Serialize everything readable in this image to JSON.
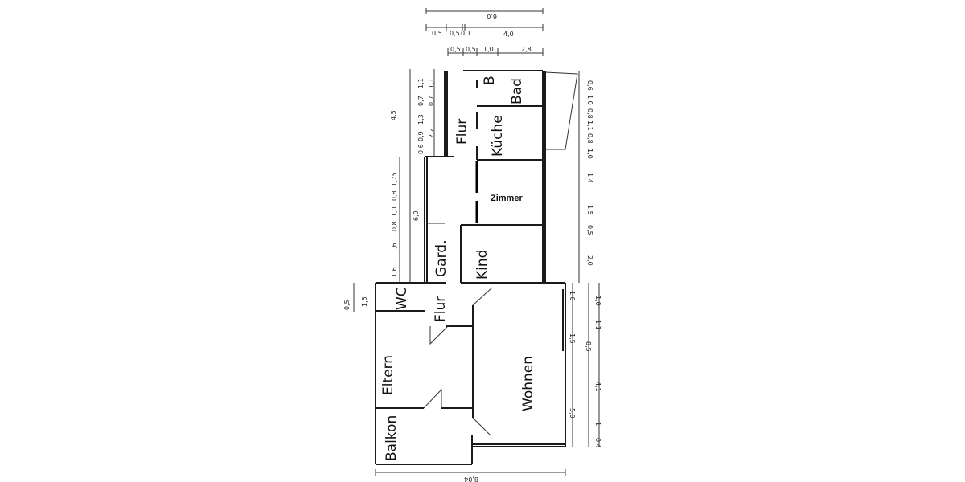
{
  "rooms": {
    "flur_upper": "Flur",
    "kueche": "Küche",
    "bad": "Bad",
    "b": "B",
    "zimmer": "Zimmer",
    "gard": "Gard.",
    "kind": "Kind",
    "wc": "WC",
    "flur_lower": "Flur",
    "eltern": "Eltern",
    "wohnen": "Wohnen",
    "balkon": "Balkon"
  },
  "dimensions": {
    "top_total": "6,0",
    "top_row2": [
      "0,5",
      "0,5",
      "0,1",
      "4,0"
    ],
    "top_row3": [
      "0,5",
      "0,5",
      "1,0",
      "2,8"
    ],
    "left_upper_total": "4,5",
    "left_upper": [
      "1,1",
      "0,7",
      "1,3",
      "0,9",
      "0,6"
    ],
    "left_upper_inner": [
      "1,1",
      "0,7",
      "2,2"
    ],
    "left_middle_total": "6,0",
    "left_middle": [
      "1,75",
      "0,8",
      "1,0",
      "0,8",
      "1,6",
      "1,6"
    ],
    "left_lower": [
      "0,5",
      "1,5"
    ],
    "right_upper": [
      "0,6",
      "1,0",
      "0,8",
      "1,1",
      "0,8",
      "1,0",
      "1,4",
      "1,5",
      "0,5",
      "2,0"
    ],
    "right_lower_total": "8,5",
    "right_lower": [
      "1,0",
      "1,1",
      "4,1",
      "1",
      "0,4"
    ],
    "right_inner": [
      "1,0",
      "1,5",
      "5,0"
    ],
    "bottom_total": "8,04"
  }
}
